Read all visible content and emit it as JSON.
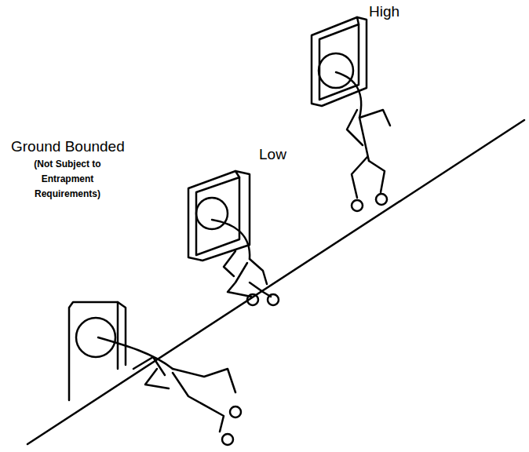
{
  "diagram": {
    "labels": [
      "High",
      "Low",
      "Ground Bounded",
      "(Not Subject to Entrapment Requirements)"
    ]
  }
}
